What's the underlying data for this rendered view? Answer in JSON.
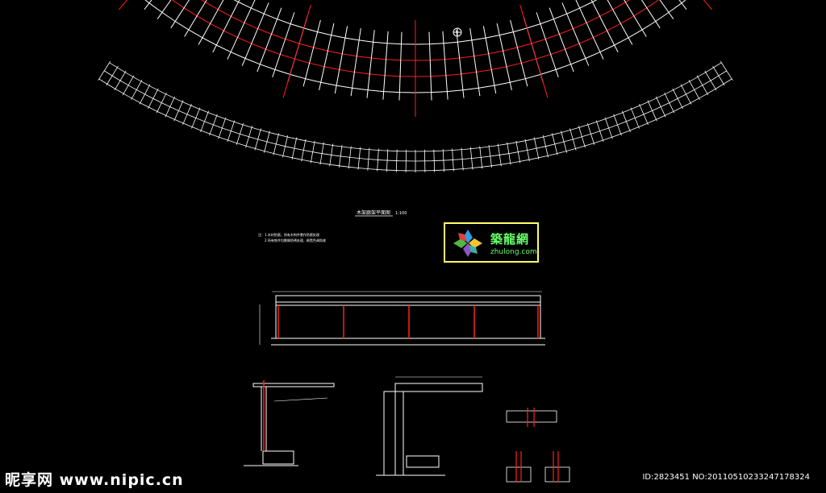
{
  "drawing": {
    "plan_title": "木架廊架平面图",
    "plan_scale": "1:100",
    "notes": [
      "注：1.木材防腐，所有木构件需作防腐处理",
      "2.所有铁件均需做防锈处理，刷黑色调和漆"
    ]
  },
  "logo": {
    "cn": "築龍網",
    "en": "zhulong.com"
  },
  "footer": {
    "brand": "昵享网 www.nipic.cn",
    "id": "ID:2823451 NO:20110510233247178324"
  },
  "colors": {
    "line": "#ffffff",
    "red": "#ff2020",
    "logo_border": "#ffff66",
    "logo_text": "#66ff66"
  }
}
